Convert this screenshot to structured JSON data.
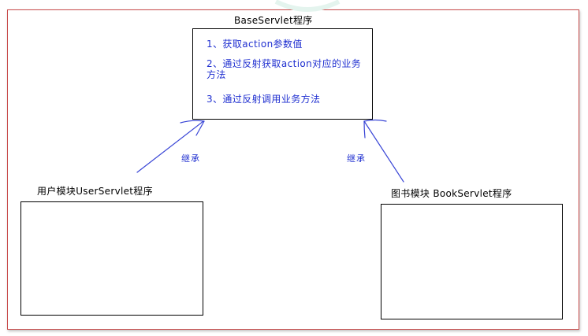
{
  "base": {
    "title": "BaseServlet程序",
    "steps": [
      "1、获取action参数值",
      "2、通过反射获取action对应的业务方法",
      "3、通过反射调用业务方法"
    ]
  },
  "user_module": {
    "title": "用户模块UserServlet程序"
  },
  "book_module": {
    "title": "图书模块 BookServlet程序"
  },
  "relations": {
    "left": "继承",
    "right": "继承"
  },
  "colors": {
    "frame_border": "#c84a4a",
    "step_text": "#1f2fd0",
    "arrow": "#3a46d6",
    "box_border": "#000000"
  }
}
